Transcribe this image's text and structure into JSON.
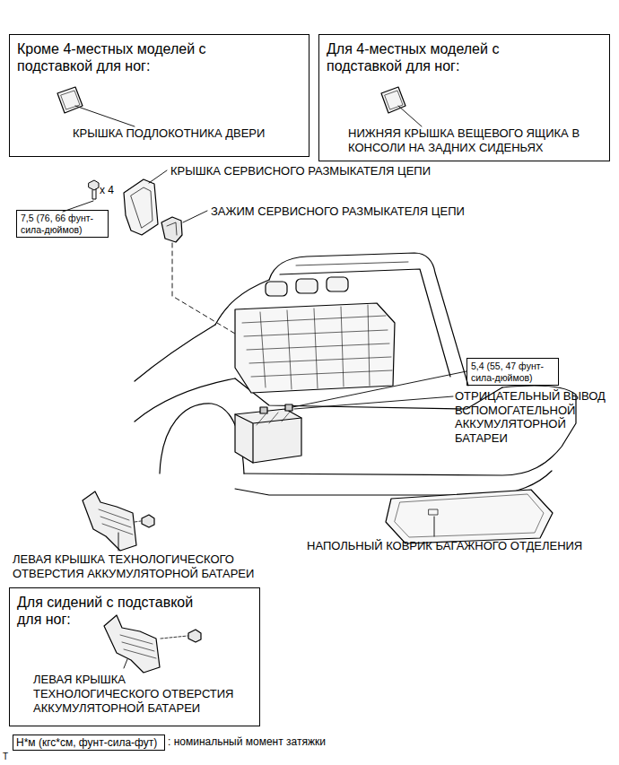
{
  "diagram": {
    "nodes": [
      {
        "text": [
          "Кроме 4-местных моделей с подставкой для ног:",
          "КРЫШКА ПОДЛОКОТНИКА ДВЕРИ"
        ]
      },
      {
        "text": [
          "Для 4-местных моделей с подставкой для ног:",
          "НИЖНЯЯ КРЫШКА ВЕЩЕВОГО ЯЩИКА В КОНСОЛИ НА ЗАДНИХ СИДЕНЬЯХ"
        ]
      },
      {
        "text": [
          "7,5 (76, 66 фунт-сила-дюймов)"
        ]
      },
      {
        "text": [
          "5,4 (55, 47 фунт-сила-дюймов)"
        ]
      },
      {
        "text": [
          "Для сидений с подставкой для ног:",
          "ЛЕВАЯ КРЫШКА ТЕХНОЛОГИЧЕСКОГО ОТВЕРСТИЯ АККУМУЛЯТОРНОЙ БАТАРЕИ"
        ]
      },
      {
        "text": [
          "Н*м (кгс*см, фунт-сила-фут)"
        ]
      }
    ],
    "labels": [
      "x 4",
      "КРЫШКА СЕРВИСНОГО РАЗМЫКАТЕЛЯ ЦЕПИ",
      "ЗАЖИМ СЕРВИСНОГО РАЗМЫКАТЕЛЯ ЦЕПИ",
      "ОТРИЦАТЕЛЬНЫЙ ВЫВОД ВСПОМОГАТЕЛЬНОЙ АККУМУЛЯТОРНОЙ БАТАРЕИ",
      "НАПОЛЬНЫЙ КОВРИК БАГАЖНОГО ОТДЕЛЕНИЯ",
      "ЛЕВАЯ КРЫШКА ТЕХНОЛОГИЧЕСКОГО ОТВЕРСТИЯ АККУМУЛЯТОРНОЙ БАТАРЕИ",
      ": номинальный момент затяжки",
      "T"
    ]
  }
}
